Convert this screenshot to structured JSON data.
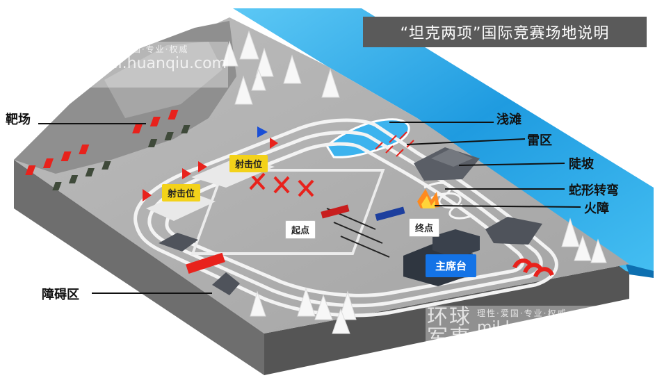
{
  "title": "“坦克两项”国际竞赛场地说明",
  "labels": {
    "target_range": "靶场",
    "shallows": "浅滩",
    "minefield": "雷区",
    "slope": "陡坡",
    "serpentine": "蛇形转弯",
    "fire_barrier": "火障",
    "obstacle_zone": "障碍区"
  },
  "tags": {
    "firing_position_1": "射击位",
    "firing_position_2": "射击位",
    "start": "起点",
    "finish": "终点",
    "grandstand": "主席台"
  },
  "watermark": {
    "brand_line1": "环球",
    "brand_line2": "军事",
    "slogan": "理性·爱国·专业·权威",
    "url": "mil.huanqiu.com"
  },
  "colors": {
    "water": "#2aa6e8",
    "ground": "#a9a9a9",
    "track": "#f2f2f2",
    "flag": "#e8221c",
    "blue_flag": "#1a4fd6"
  }
}
